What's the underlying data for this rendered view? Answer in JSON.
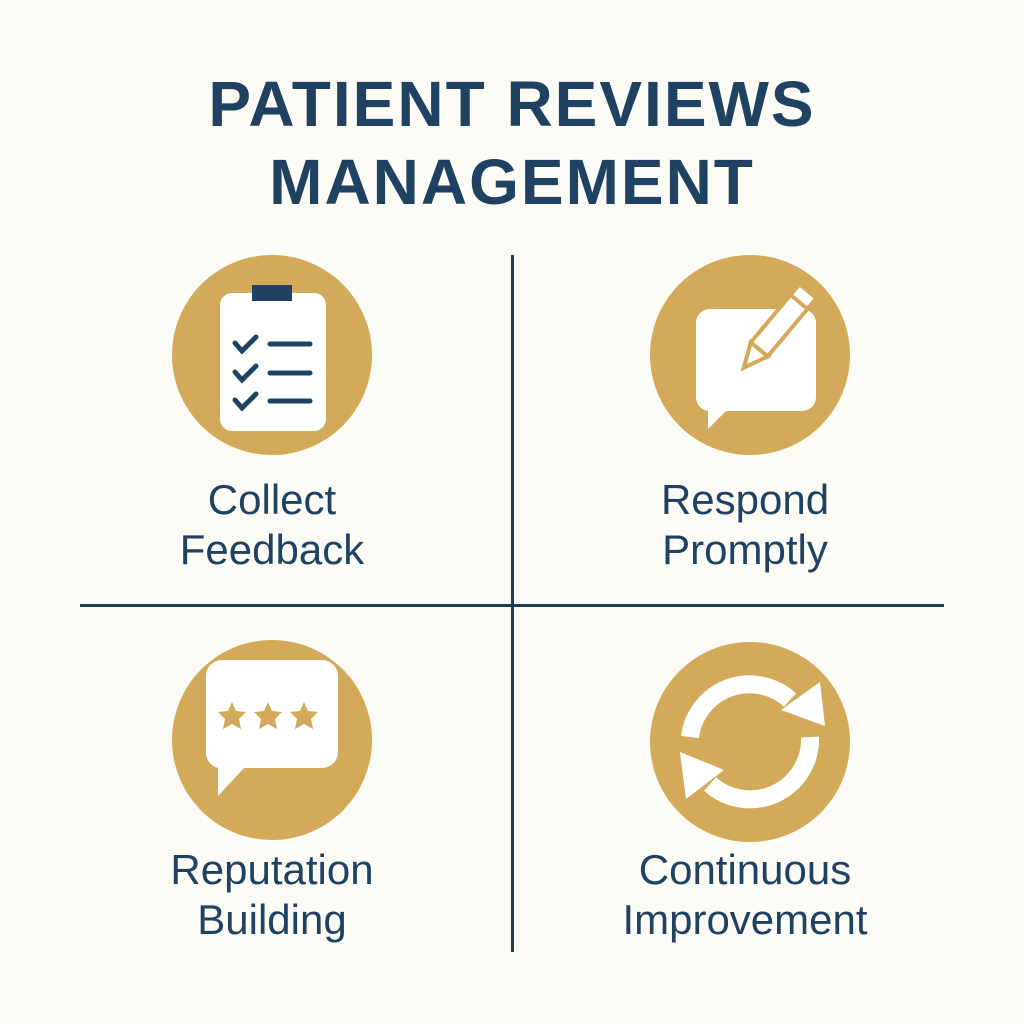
{
  "title": {
    "line1": "PATIENT REVIEWS",
    "line2": "MANAGEMENT"
  },
  "colors": {
    "gold": "#D2AA5A",
    "navy": "#1F4263",
    "background": "#FCFBF5"
  },
  "quadrants": [
    {
      "icon": "clipboard-checklist-icon",
      "line1": "Collect",
      "line2": "Feedback"
    },
    {
      "icon": "chat-pencil-icon",
      "line1": "Respond",
      "line2": "Promptly"
    },
    {
      "icon": "chat-stars-icon",
      "line1": "Reputation",
      "line2": "Building"
    },
    {
      "icon": "refresh-cycle-icon",
      "line1": "Continuous",
      "line2": "Improvement"
    }
  ]
}
